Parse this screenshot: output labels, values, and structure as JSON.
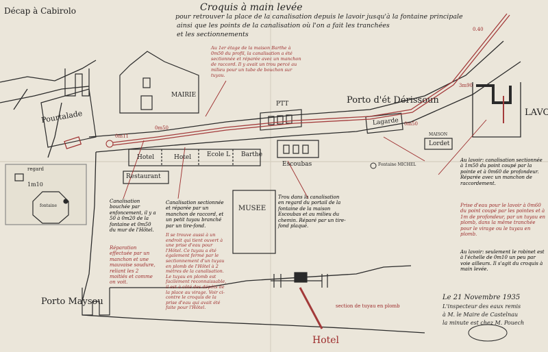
{
  "title": {
    "main": "Croquis à main levée",
    "line1": "pour retrouver la place de la canalisation depuis le lavoir jusqu'à la fontaine principale",
    "line2": "ainsi que les points de la canalisation où l'on a fait les tranchées",
    "line3": "et les sectionnements"
  },
  "places": {
    "decap": "Décap à Cabirolo",
    "pourtalade": "Pourtalade",
    "mairie": "MAIRIE",
    "ptt": "PTT",
    "porto_debat": "Porto d'ét Dérissoun",
    "lagarde": "Lagarde",
    "lavoir": "LAVOIR",
    "maison_lordet": "MAISON",
    "lordet": "Lordet",
    "fontaine_michel": "Fontaine MICHEL",
    "hotel_left": "Hotel",
    "hotel_mid": "Hotel",
    "ecole": "Ecole L",
    "barthe": "Barthe",
    "escoubas": "Escoubas",
    "restaurant": "Restaurant",
    "musee": "MUSEE",
    "porto_maysou": "Porto Maysou",
    "hotel_bottom": "Hotel",
    "regard": "regard",
    "fontaine_small": "fontaine",
    "scale": "1m10"
  },
  "notes": {
    "maison_barthe": "Au 1er étage de la maison Barthe à 0m50 du profil, la canalisation a été sectionnée et réparée avec un manchon de raccord. Il y avait un trou percé au milieu pour un tube de bouchon sur tuyau.",
    "col1_black": "Canalisation bouchée par enfoncement, il y a 50 à 0m20 de la fontaine et 0m50 du mur de l'Hôtel.",
    "col1_red": "Réparation effectuée par un manchon et une mauvaise soudure, reliant les 2 moitiés et comme on voit.",
    "col2_black": "Canalisation sectionnée et réparée par un manchon de raccord, et un petit tuyau branché par un tire-fond.",
    "col2_red": "Il se trouve aussi à un endroit qui tient ouvert à une prise d'eau pour l'Hôtel. Ce tuyau a été également fermé par le sectionnement d'un tuyau en plomb de l'Hôtel à 2 mètres de la canalisation. Le tuyau en plomb est facilement reconnaissable, il est à côté des dépôts de la place au virage. Voir ci-contre le croquis de la prise d'eau qui avait été faite pour l'Hôtel.",
    "col3_black": "Trou dans la canalisation en regard du portail de la fontaine de la maison Escoubas et au milieu du chemin. Réparé par un tire-fond plaqué.",
    "right_black1": "Au lavoir: canalisation sectionnée à 1m50 du point coupé par la pointe et à 0m60 de profondeur. Réparée avec un manchon de raccordement.",
    "right_red": "Prise d'eau pour le lavoir à 0m60 du point coupé par les pointes et à 1m de profondeur, par un tuyau en plomb, dans la même tranchée pour le virage ou le tuyau en plomb.",
    "right_black2": "Au lavoir: seulement le robinet est à l'échelle de 0m10 un peu par voie ailleurs. Il s'agit du croquis à main levée.",
    "tuyau_plomb": "section de tuyau en plomb",
    "dim1": "0m11",
    "dim2": "0m50",
    "dim3": "3m90",
    "dim4": "0m50",
    "dim5": "0.40"
  },
  "signature": {
    "line1": "Le 21 Novembre 1935",
    "line2": "L'inspecteur des eaux remis",
    "line3": "à M. le Maire de Castelnau",
    "line4": "la minute est chez M. Pouech"
  },
  "colors": {
    "paper": "#ebe6da",
    "ink": "#1f1f1f",
    "red_ink": "#9c2b2b",
    "pipe": "#a33a3a"
  }
}
